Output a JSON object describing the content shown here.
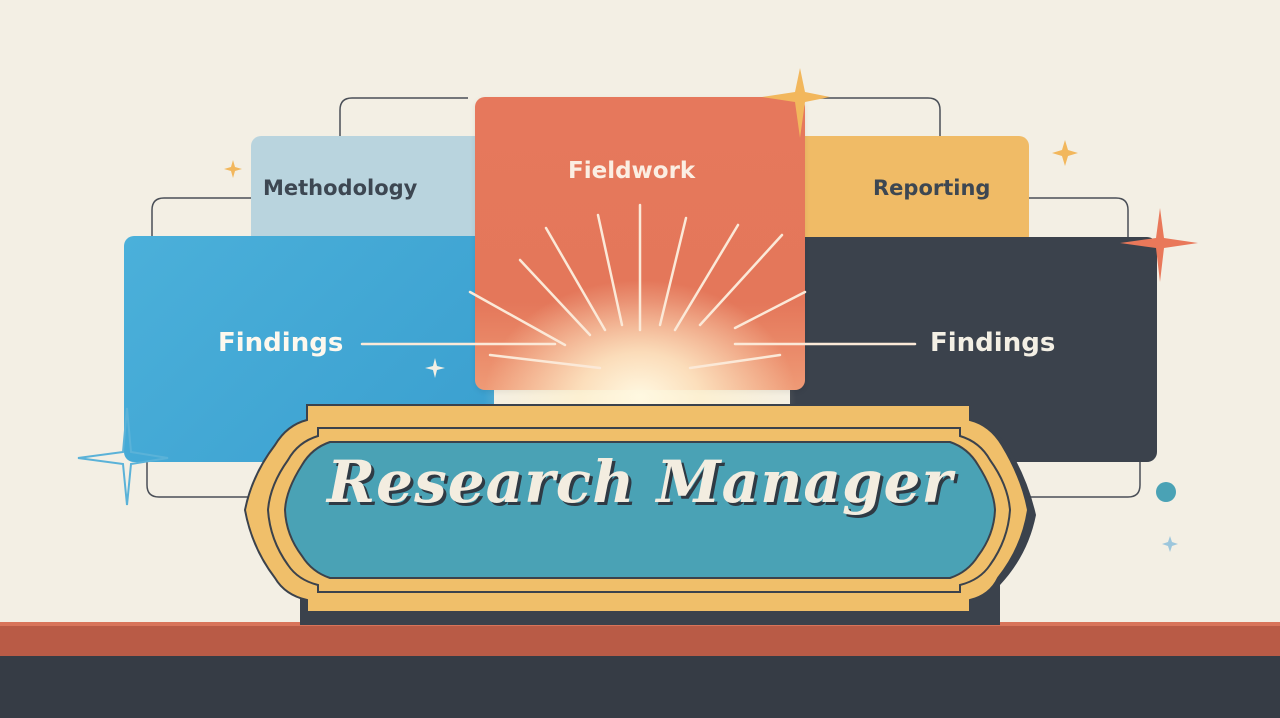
{
  "title": "Research Manager",
  "cards": {
    "methodology": "Methodology",
    "fieldwork": "Fieldwork",
    "reporting": "Reporting",
    "findings_left": "Findings",
    "findings_right": "Findings"
  },
  "colors": {
    "background": "#f3efe4",
    "methodology": "#b9d4de",
    "fieldwork": "#e6785c",
    "reporting": "#f0bb66",
    "findings_left": "#3ea9d6",
    "findings_right": "#3b424c",
    "plaque_frame": "#f0bf6a",
    "plaque_panel": "#4aa2b5"
  }
}
